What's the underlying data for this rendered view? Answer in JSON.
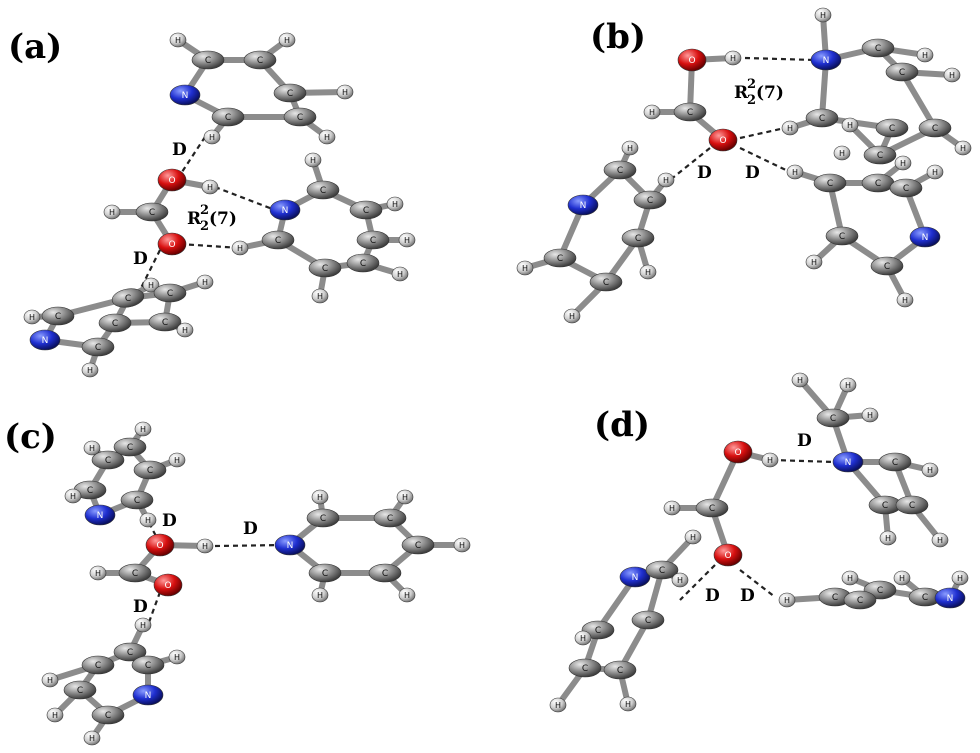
{
  "figure": {
    "panels": [
      {
        "id": "a",
        "label": "(a)",
        "hbond_label": "D",
        "motif": {
          "base": "R",
          "sup": "2",
          "sub": "2",
          "ring": "(7)"
        }
      },
      {
        "id": "b",
        "label": "(b)",
        "hbond_label": "D",
        "motif": {
          "base": "R",
          "sup": "2",
          "sub": "2",
          "ring": "(7)"
        }
      },
      {
        "id": "c",
        "label": "(c)",
        "hbond_label": "D"
      },
      {
        "id": "d",
        "label": "(d)",
        "hbond_label": "D"
      }
    ],
    "atom_letters": {
      "carbon": "C",
      "hydrogen": "H",
      "nitrogen": "N",
      "oxygen": "O"
    },
    "colors": {
      "carbon": "#8a8a8a",
      "hydrogen": "#d6d6d6",
      "nitrogen": "#1f2fd0",
      "oxygen": "#d81010",
      "bond": "#8c8c8c",
      "hbond": "#222222"
    }
  }
}
